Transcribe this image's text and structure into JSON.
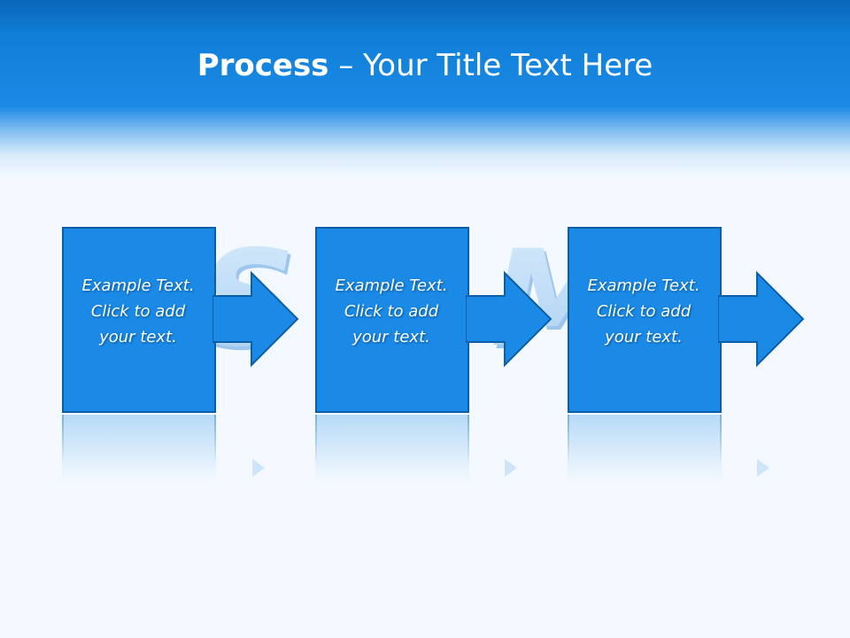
{
  "slide": {
    "title_bold": "Process",
    "title_rest": " – Your Title Text Here"
  },
  "watermark": {
    "text": "IS BM!"
  },
  "steps": [
    {
      "line1": "Example Text.",
      "line2": "Click  to add",
      "line3": "your text."
    },
    {
      "line1": "Example Text.",
      "line2": "Click  to add",
      "line3": "your text."
    },
    {
      "line1": "Example Text.",
      "line2": "Click  to add",
      "line3": "your text."
    }
  ],
  "colors": {
    "header": "#1a8ae6",
    "box_fill": "#1a8ae6",
    "box_border": "#0b5fa8",
    "watermark": "#bcdcf7",
    "background": "#f3f9fe"
  }
}
